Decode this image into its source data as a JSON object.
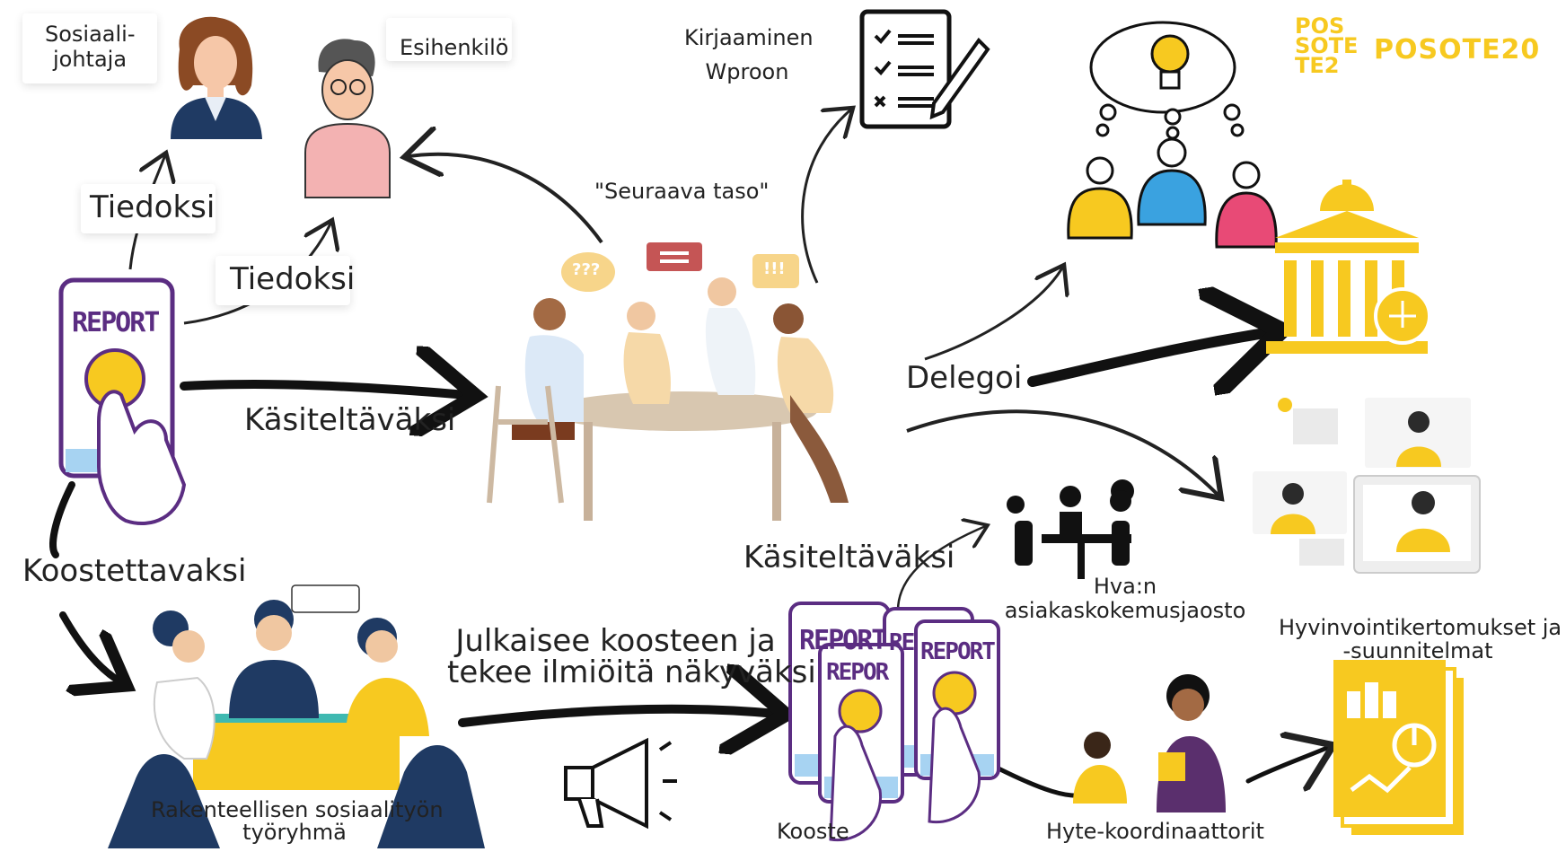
{
  "labels": {
    "sosiaalijohtaja_line1": "Sosiaali-",
    "sosiaalijohtaja_line2": "johtaja",
    "esihenkilo": "Esihenkilö",
    "tiedoksi_1": "Tiedoksi",
    "tiedoksi_2": "Tiedoksi",
    "kasiteltavaksi_1": "Käsiteltäväksi",
    "kasiteltavaksi_2": "Käsiteltäväksi",
    "koostettavaksi": "Koostettavaksi",
    "seuraava_taso": "\"Seuraava taso\"",
    "kirjaaminen_line1": "Kirjaaminen",
    "kirjaaminen_line2": "Wproon",
    "delegoi": "Delegoi",
    "julkaisee_line1": "Julkaisee koosteen ja",
    "julkaisee_line2": "tekee ilmiöitä näkyväksi",
    "rakenteellisen_line1": "Rakenteellisen sosiaalityön",
    "rakenteellisen_line2": "työryhmä",
    "kooste": "Kooste",
    "hva_line1": "Hva:n",
    "hva_line2": "asiakaskokemusjaosto",
    "hyvinvointi_line1": "Hyvinvointikertomukset ja",
    "hyvinvointi_line2": "-suunnitelmat",
    "hyte": "Hyte-koordinaattorit",
    "report": "REPORT",
    "report_short": "REPOR",
    "report_tiny": "RE",
    "bubble_q": "???",
    "bubble_ex": "!!!"
  },
  "logo": {
    "text": "POSOTE20",
    "mark_line1": "POS",
    "mark_line2": "SOTE",
    "mark_line3": "TE2",
    "color": "#f7c920"
  },
  "colors": {
    "accent_yellow": "#f7c920",
    "report_purple": "#5b2d82",
    "navy": "#1f3a63",
    "pink": "#f3b2b2",
    "blue": "#3aa2e0",
    "rose": "#e84a76"
  }
}
